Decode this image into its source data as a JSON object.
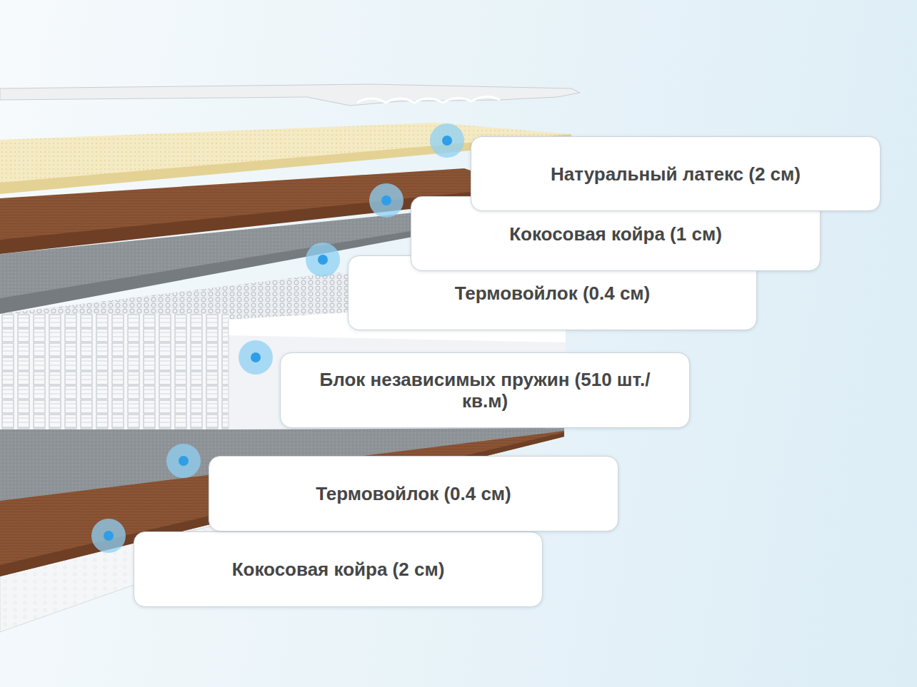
{
  "diagram": {
    "nodes": [
      {
        "text": [
          "Натуральный латекс (2 см)"
        ]
      },
      {
        "text": [
          "Кокосовая койра (1 см)"
        ]
      },
      {
        "text": [
          "Термовойлок (0.4 см)"
        ]
      },
      {
        "text": [
          "Блок независимых пружин (510 шт./кв.м)"
        ]
      },
      {
        "text": [
          "Термовойлок (0.4 см)"
        ]
      },
      {
        "text": [
          "Кокосовая койра (2 см)"
        ]
      }
    ]
  }
}
